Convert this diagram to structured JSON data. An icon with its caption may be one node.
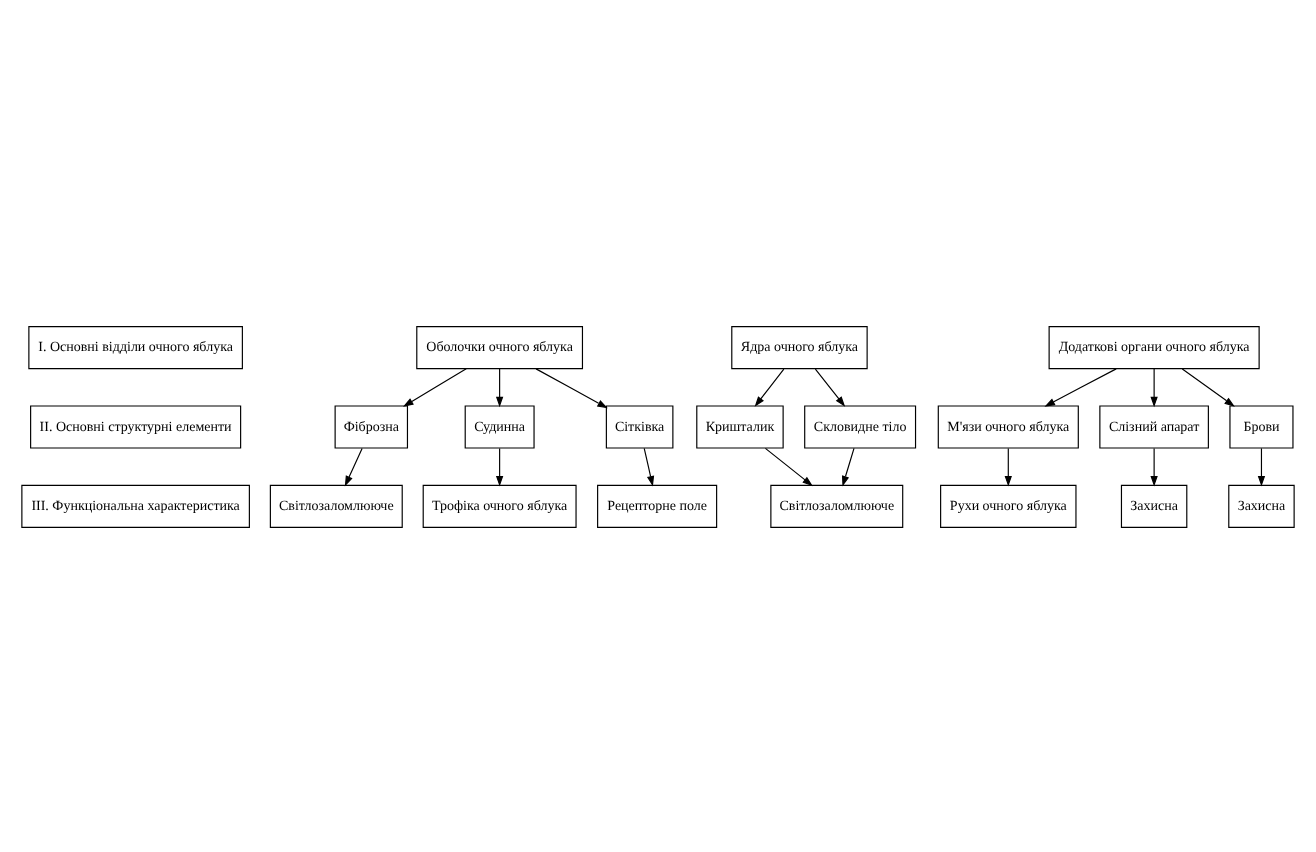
{
  "diagram": {
    "nodes": [
      {
        "text": [
          "I. Основні відділи очного яблука"
        ]
      },
      {
        "text": [
          "II. Основні структурні елементи"
        ]
      },
      {
        "text": [
          "III. Функціональна характеристика"
        ]
      },
      {
        "text": [
          "Оболочки очного яблука"
        ]
      },
      {
        "text": [
          "Фіброзна"
        ]
      },
      {
        "text": [
          "Судинна"
        ]
      },
      {
        "text": [
          "Сітківка"
        ]
      },
      {
        "text": [
          "Ядра очного яблука"
        ]
      },
      {
        "text": [
          "Кришталик"
        ]
      },
      {
        "text": [
          "Скловидне тіло"
        ]
      },
      {
        "text": [
          "Додаткові органи очного яблука"
        ]
      },
      {
        "text": [
          "М'язи очного яблука"
        ]
      },
      {
        "text": [
          "Слізний апарат"
        ]
      },
      {
        "text": [
          "Брови"
        ]
      },
      {
        "text": [
          "Світлозаломлююче"
        ]
      },
      {
        "text": [
          "Трофіка очного яблука"
        ]
      },
      {
        "text": [
          "Рецепторне поле"
        ]
      },
      {
        "text": [
          "Світлозаломлююче"
        ]
      },
      {
        "text": [
          "Рухи очного яблука"
        ]
      },
      {
        "text": [
          "Захисна"
        ]
      },
      {
        "text": [
          "Захисна"
        ]
      }
    ],
    "edges": [
      {
        "from": 3,
        "to": 4,
        "arrow": "to"
      },
      {
        "from": 3,
        "to": 5,
        "arrow": "to"
      },
      {
        "from": 3,
        "to": 6,
        "arrow": "to"
      },
      {
        "from": 7,
        "to": 8,
        "arrow": "to"
      },
      {
        "from": 7,
        "to": 9,
        "arrow": "to"
      },
      {
        "from": 10,
        "to": 11,
        "arrow": "to"
      },
      {
        "from": 10,
        "to": 12,
        "arrow": "to"
      },
      {
        "from": 10,
        "to": 13,
        "arrow": "to"
      },
      {
        "from": 4,
        "to": 14,
        "arrow": "to"
      },
      {
        "from": 5,
        "to": 15,
        "arrow": "to"
      },
      {
        "from": 6,
        "to": 16,
        "arrow": "to"
      },
      {
        "from": 8,
        "to": 17,
        "arrow": "to"
      },
      {
        "from": 9,
        "to": 17,
        "arrow": "to"
      },
      {
        "from": 11,
        "to": 18,
        "arrow": "to"
      },
      {
        "from": 12,
        "to": 19,
        "arrow": "to"
      },
      {
        "from": 13,
        "to": 20,
        "arrow": "to"
      }
    ]
  }
}
